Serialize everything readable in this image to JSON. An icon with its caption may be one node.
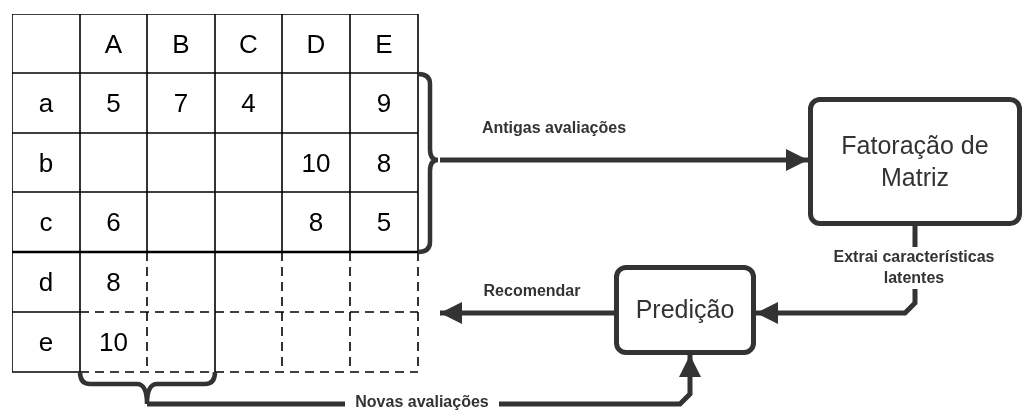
{
  "diagram": {
    "nodes": [
      {
        "text": [],
        "shape": "box"
      },
      {
        "text": [
          "Fatoração de Matriz"
        ]
      },
      {
        "text": [
          "Predição"
        ]
      }
    ],
    "edges": [
      {
        "from": 0,
        "to": 1,
        "arrow": "to",
        "label": "Antigas avaliações"
      },
      {
        "from": 1,
        "to": 2,
        "arrow": "to",
        "label": "Extrai características latentes"
      },
      {
        "from": 2,
        "to": 0,
        "arrow": "to",
        "label": "Recomendar"
      },
      {
        "from": 0,
        "to": 2,
        "arrow": "to",
        "label": "Novas avaliações"
      }
    ],
    "labels": [
      "A",
      "B",
      "C",
      "D",
      "E",
      "a",
      "5",
      "7",
      "4",
      "9",
      "b",
      "10",
      "8",
      "c",
      "6",
      "8",
      "5",
      "d",
      "8",
      "e",
      "10"
    ]
  }
}
